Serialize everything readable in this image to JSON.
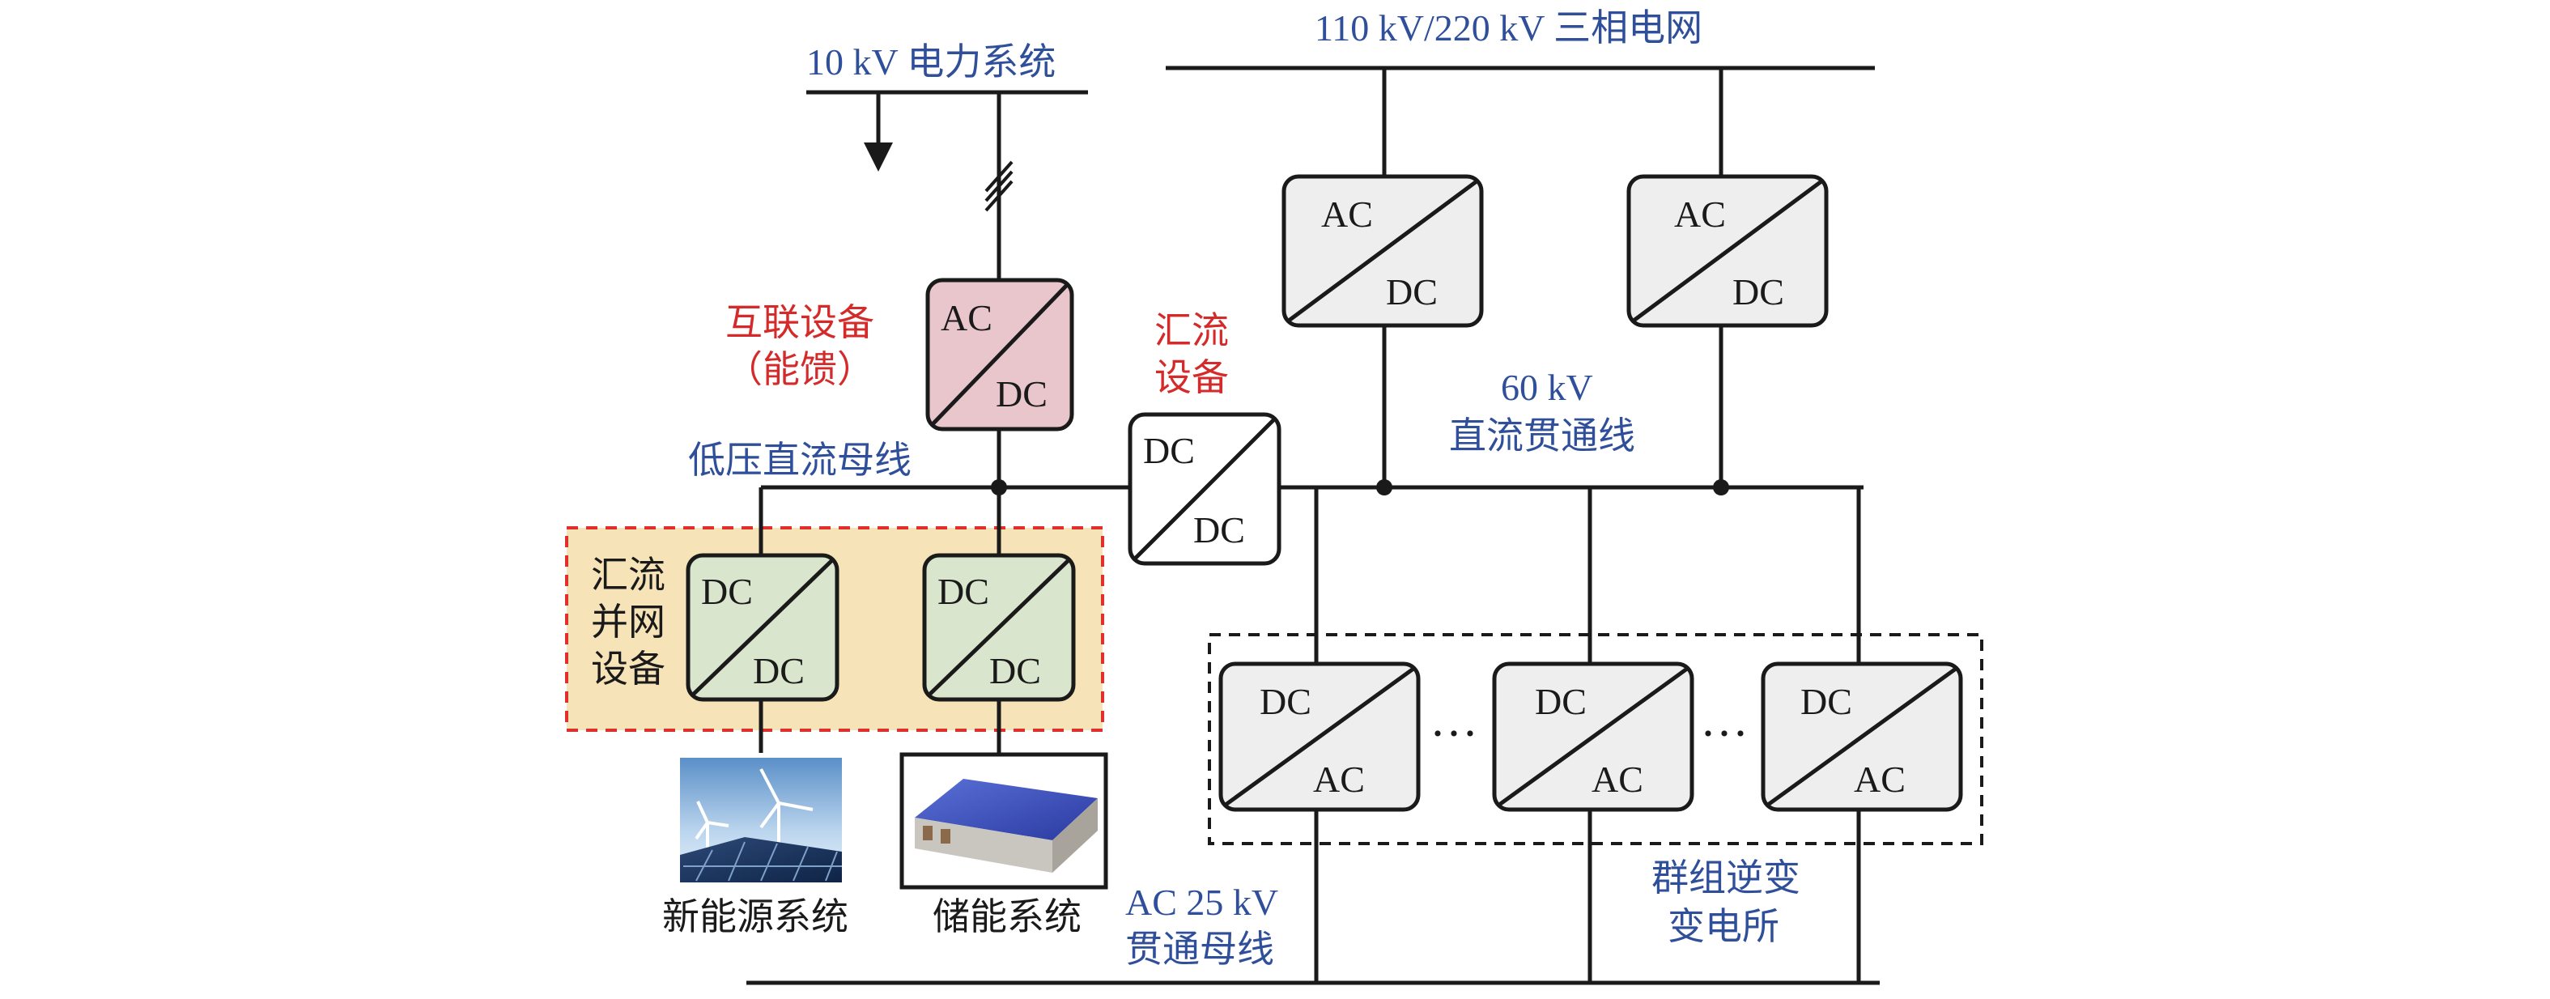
{
  "labels": {
    "grid_10kv": "10 kV 电力系统",
    "grid_110_220": "110 kV/220 kV 三相电网",
    "interconnect_line1": "互联设备",
    "interconnect_line2": "（能馈）",
    "combiner_line1": "汇流",
    "combiner_line2": "设备",
    "dc60_line1": "60 kV",
    "dc60_line2": "直流贯通线",
    "lv_dc_bus": "低压直流母线",
    "grid_conn_line1": "汇流",
    "grid_conn_line2": "并网",
    "grid_conn_line3": "设备",
    "new_energy": "新能源系统",
    "storage": "储能系统",
    "ac25_line1": "AC 25 kV",
    "ac25_line2": "贯通母线",
    "inverter_line1": "群组逆变",
    "inverter_line2": "变电所",
    "ellipsis": "···"
  },
  "converters": {
    "ac_dc_top_left": {
      "top": "AC",
      "bottom": "DC"
    },
    "ac_dc_top_right": {
      "top": "AC",
      "bottom": "DC"
    },
    "interconnect": {
      "top": "AC",
      "bottom": "DC"
    },
    "dcdc_combiner": {
      "top": "DC",
      "bottom": "DC"
    },
    "dcdc_new_energy": {
      "top": "DC",
      "bottom": "DC"
    },
    "dcdc_storage": {
      "top": "DC",
      "bottom": "DC"
    },
    "inverter_1": {
      "top": "DC",
      "bottom": "AC"
    },
    "inverter_2": {
      "top": "DC",
      "bottom": "AC"
    },
    "inverter_3": {
      "top": "DC",
      "bottom": "AC"
    }
  },
  "colors": {
    "label_blue": "#2f4f9a",
    "label_red": "#d42a2a",
    "converter_gray": "#eeeeee",
    "converter_pink": "#e9c6cc",
    "converter_green": "#d9e5cc",
    "highlight_box_fill": "#f6e3b8",
    "highlight_box_border": "#e0302b"
  },
  "icons": {
    "new_energy_image": "wind-solar-icon",
    "storage_image": "battery-pack-icon"
  }
}
